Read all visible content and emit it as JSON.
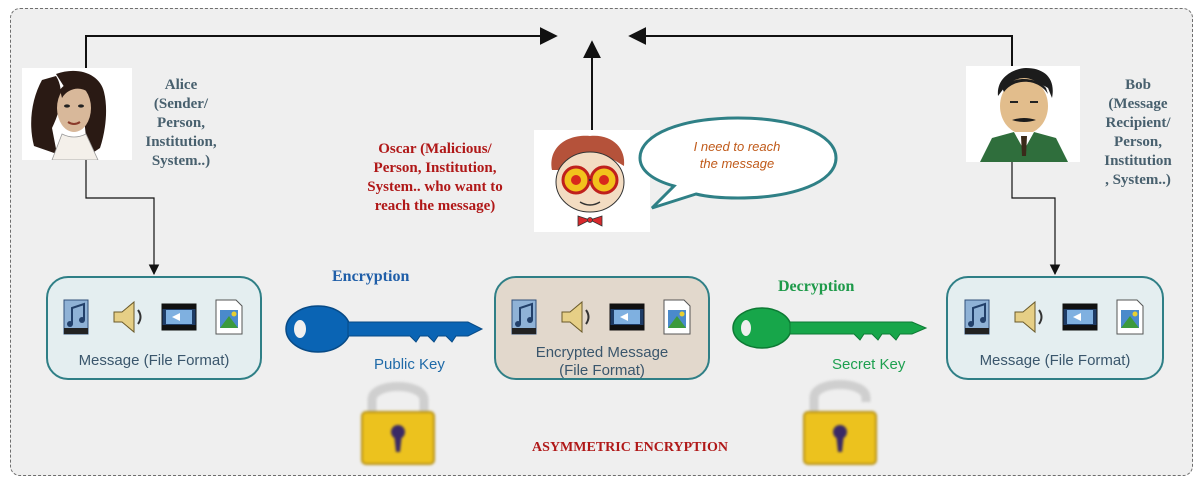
{
  "participants": {
    "alice": {
      "lines": [
        "Alice",
        "(Sender/",
        "Person,",
        "Institution,",
        "System..)"
      ]
    },
    "oscar": {
      "lines": [
        "Oscar (Malicious/",
        "Person, Institution,",
        "System.. who want to",
        "reach the message)"
      ]
    },
    "bob": {
      "lines": [
        "Bob",
        "(Message",
        "Recipient/",
        "Person,",
        "Institution",
        ", System..)"
      ]
    }
  },
  "speech_bubble": {
    "line1": "I need to reach",
    "line2": "the message"
  },
  "boxes": {
    "left": {
      "label": "Message (File Format)"
    },
    "middle": {
      "label1": "Encrypted Message",
      "label2": "(File Format)"
    },
    "right": {
      "label": "Message (File Format)"
    }
  },
  "operations": {
    "encryption": "Encryption",
    "decryption": "Decryption",
    "public_key": "Public Key",
    "secret_key": "Secret Key"
  },
  "footer_title": "ASYMMETRIC ENCRYPTION",
  "icons": [
    "music-file-icon",
    "speaker-icon",
    "video-file-icon",
    "image-file-icon"
  ],
  "colors": {
    "public_key": "#0a64b4",
    "secret_key": "#17a64a",
    "encryption_label": "#1f5ea8",
    "decryption_label": "#1e9a4a",
    "box_border": "#2f7f86"
  }
}
